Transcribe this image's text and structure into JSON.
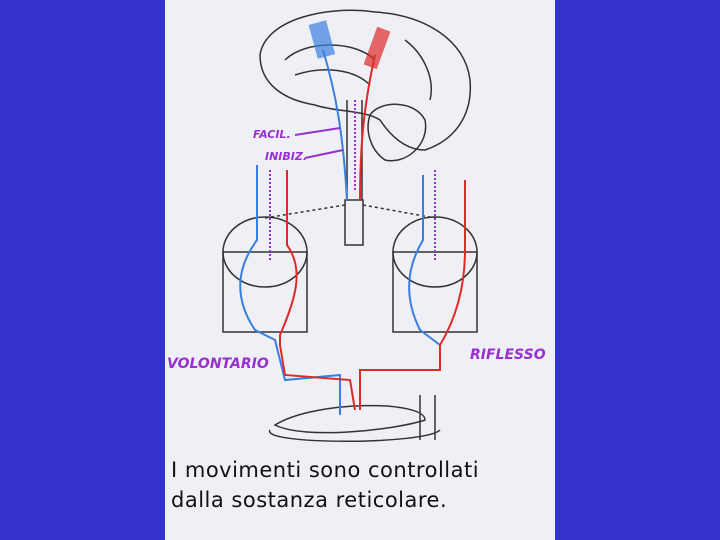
{
  "labels": {
    "facil": "FACIL.",
    "inibiz": "INIBIZ.",
    "volontario": "VOLONTARIO",
    "riflesso": "RIFLESSO"
  },
  "caption": {
    "line1": "I movimenti sono controllati",
    "line2": "dalla sostanza reticolare."
  },
  "colors": {
    "background": "#3434cc",
    "voluntary": "#3a7fe0",
    "reflex": "#e02a2a",
    "label": "#9a2fd0"
  }
}
